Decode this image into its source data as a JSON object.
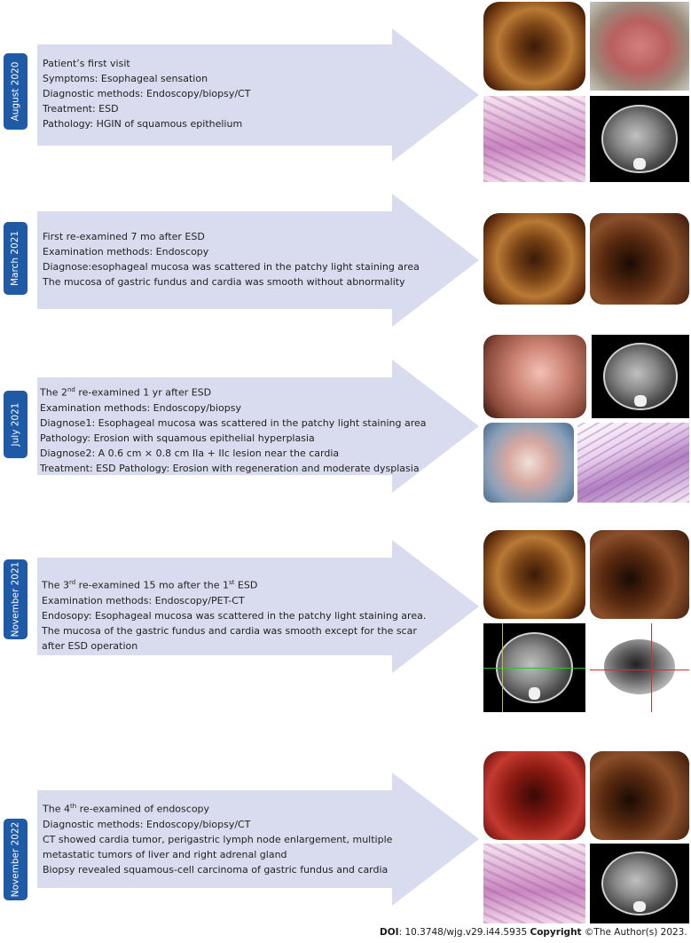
{
  "entries": [
    {
      "date": "August 2020",
      "lines": [
        "Patient’s first visit",
        "Symptoms: Esophageal sensation",
        "Diagnostic methods: Endoscopy/biopsy/CT",
        "Treatment: ESD",
        "Pathology: HGIN of squamous epithelium"
      ]
    },
    {
      "date": "March 2021",
      "lines": [
        "First re-examined 7 mo after ESD",
        "Examination methods: Endoscopy",
        "Diagnose:esophageal mucosa was scattered in the patchy light staining area",
        "The mucosa of gastric fundus and cardia was smooth without abnormality"
      ]
    },
    {
      "date": "July 2021",
      "first_line_pre": "The 2",
      "first_line_sup": "nd",
      "first_line_post": " re-examined 1 yr after ESD",
      "lines": [
        "Examination methods: Endoscopy/biopsy",
        "Diagnose1: Esophageal mucosa was scattered in the patchy light staining area",
        " Pathology: Erosion with squamous epithelial hyperplasia",
        "Diagnose2: A 0.6 cm × 0.8 cm IIa + IIc lesion near the cardia",
        " Treatment: ESD   Pathology: Erosion with regeneration and moderate dysplasia"
      ]
    },
    {
      "date": "November 2021",
      "first_line_pre": "The 3",
      "first_line_sup": "rd",
      "first_line_mid": " re-examined 15 mo after the 1",
      "first_line_sup2": "st",
      "first_line_post": " ESD",
      "lines": [
        "Examination methods: Endoscopy/PET-CT",
        "Endosopy: Esophageal mucosa was scattered in the patchy light staining area.",
        "The mucosa of the gastric fundus and cardia was smooth except for the scar",
        "after ESD operation"
      ]
    },
    {
      "date": "November 2022",
      "first_line_pre": "The 4",
      "first_line_sup": "th",
      "first_line_post": " re-examined of endoscopy",
      "lines": [
        "Diagnostic methods: Endoscopy/biopsy/CT",
        "CT showed cardia tumor, perigastric lymph node enlargement, multiple",
        "metastatic tumors of liver and right adrenal gland",
        "Biopsy revealed squamous-cell carcinoma of gastric fundus and cardia"
      ]
    }
  ],
  "footer": {
    "doi_label": "DOI",
    "doi_value": ": 10.3748/wjg.v29.i44.5935 ",
    "copyright_label": "Copyright",
    "copyright_value": " ©The Author(s) 2023."
  },
  "colors": {
    "date_pill": "#1f5aa6",
    "arrow_fill": "#d9dcee"
  }
}
